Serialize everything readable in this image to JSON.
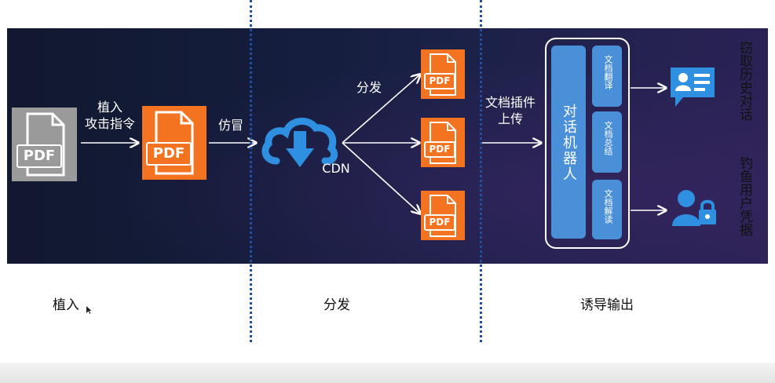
{
  "stages": {
    "implant": "植入",
    "distribute": "分发",
    "induce_output": "诱导输出"
  },
  "flow": {
    "implant_attack": "植入\n攻击指令",
    "impersonate": "仿冒",
    "distribute": "分发",
    "cdn": "CDN",
    "plugin_upload": "文档插件\n上传",
    "chatbot": "对话机器人",
    "modules": [
      "文档翻译",
      "文档总结",
      "文档解读"
    ],
    "steal_history": "窃取历史对话",
    "phish_credentials": "钓鱼用户凭据"
  },
  "doc_icon_text": "PDF",
  "colors": {
    "orange": "#f47321",
    "gray": "#8e8e8e",
    "blue": "#3d8ad8",
    "panel_dark": "#141d3c"
  },
  "icons": [
    "pdf-icon",
    "cloud-download-icon",
    "chat-contact-icon",
    "user-lock-icon",
    "cursor-icon"
  ]
}
